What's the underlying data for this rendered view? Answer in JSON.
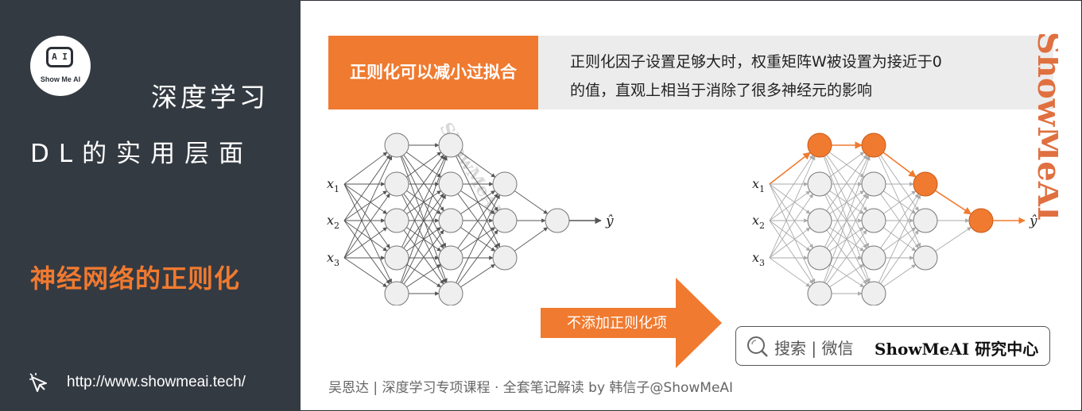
{
  "logo": {
    "face": "A I",
    "text": "Show Me AI"
  },
  "sidebar": {
    "title_line1": "深度学习",
    "title_line2": "DL的实用层面",
    "topic": "神经网络的正则化",
    "url": "http://www.showmeai.tech/"
  },
  "banner": {
    "label": "正则化可以减小过拟合",
    "line1": "正则化因子设置足够大时，权重矩阵W被设置为接近于0",
    "line2": "的值，直观上相当于消除了很多神经元的影响"
  },
  "watermark": {
    "text": "ShowMeAI"
  },
  "diagonal_watermark": "ShowMeAI",
  "left_network": {
    "inputs": [
      "x",
      "x",
      "x"
    ],
    "input_subscripts": [
      "1",
      "2",
      "3"
    ],
    "output": "ŷ"
  },
  "right_network": {
    "inputs": [
      "x",
      "x",
      "x"
    ],
    "input_subscripts": [
      "1",
      "2",
      "3"
    ],
    "output": "ŷ"
  },
  "arrow": {
    "label": "不添加正则化项"
  },
  "search": {
    "prefix": "搜索 | 微信",
    "brand": "ShowMeAI 研究中心"
  },
  "footer": "吴恩达 | 深度学习专项课程 · 全套笔记解读  by 韩信子@ShowMeAI",
  "colors": {
    "accent": "#f07a2f",
    "sidebar": "#343a42",
    "node": "#efefef"
  }
}
